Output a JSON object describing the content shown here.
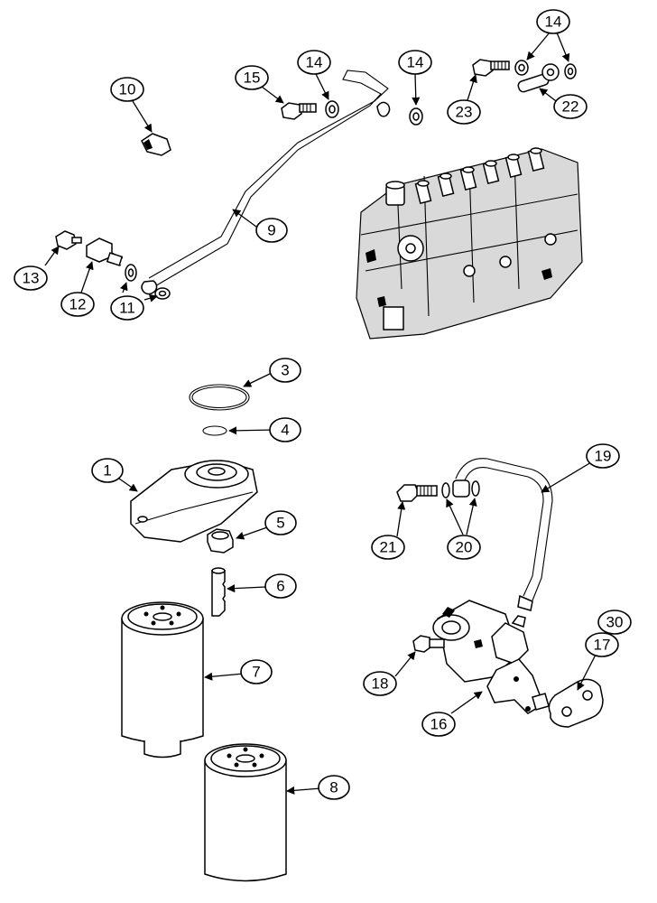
{
  "callouts": {
    "c1": "1",
    "c3": "3",
    "c4": "4",
    "c5": "5",
    "c6": "6",
    "c7": "7",
    "c8": "8",
    "c9": "9",
    "c10": "10",
    "c11": "11",
    "c12": "12",
    "c13": "13",
    "c14a": "14",
    "c14b": "14",
    "c14c": "14",
    "c15": "15",
    "c16": "16",
    "c17": "17",
    "c18": "18",
    "c19": "19",
    "c20": "20",
    "c21": "21",
    "c22": "22",
    "c23": "23",
    "c30": "30"
  },
  "icons": {
    "injection_pump": "injection-pump-assembly-icon",
    "fuel_filter": "fuel-filter-icon",
    "filter_head": "filter-head-icon",
    "transfer_pump": "fuel-transfer-pump-icon"
  }
}
